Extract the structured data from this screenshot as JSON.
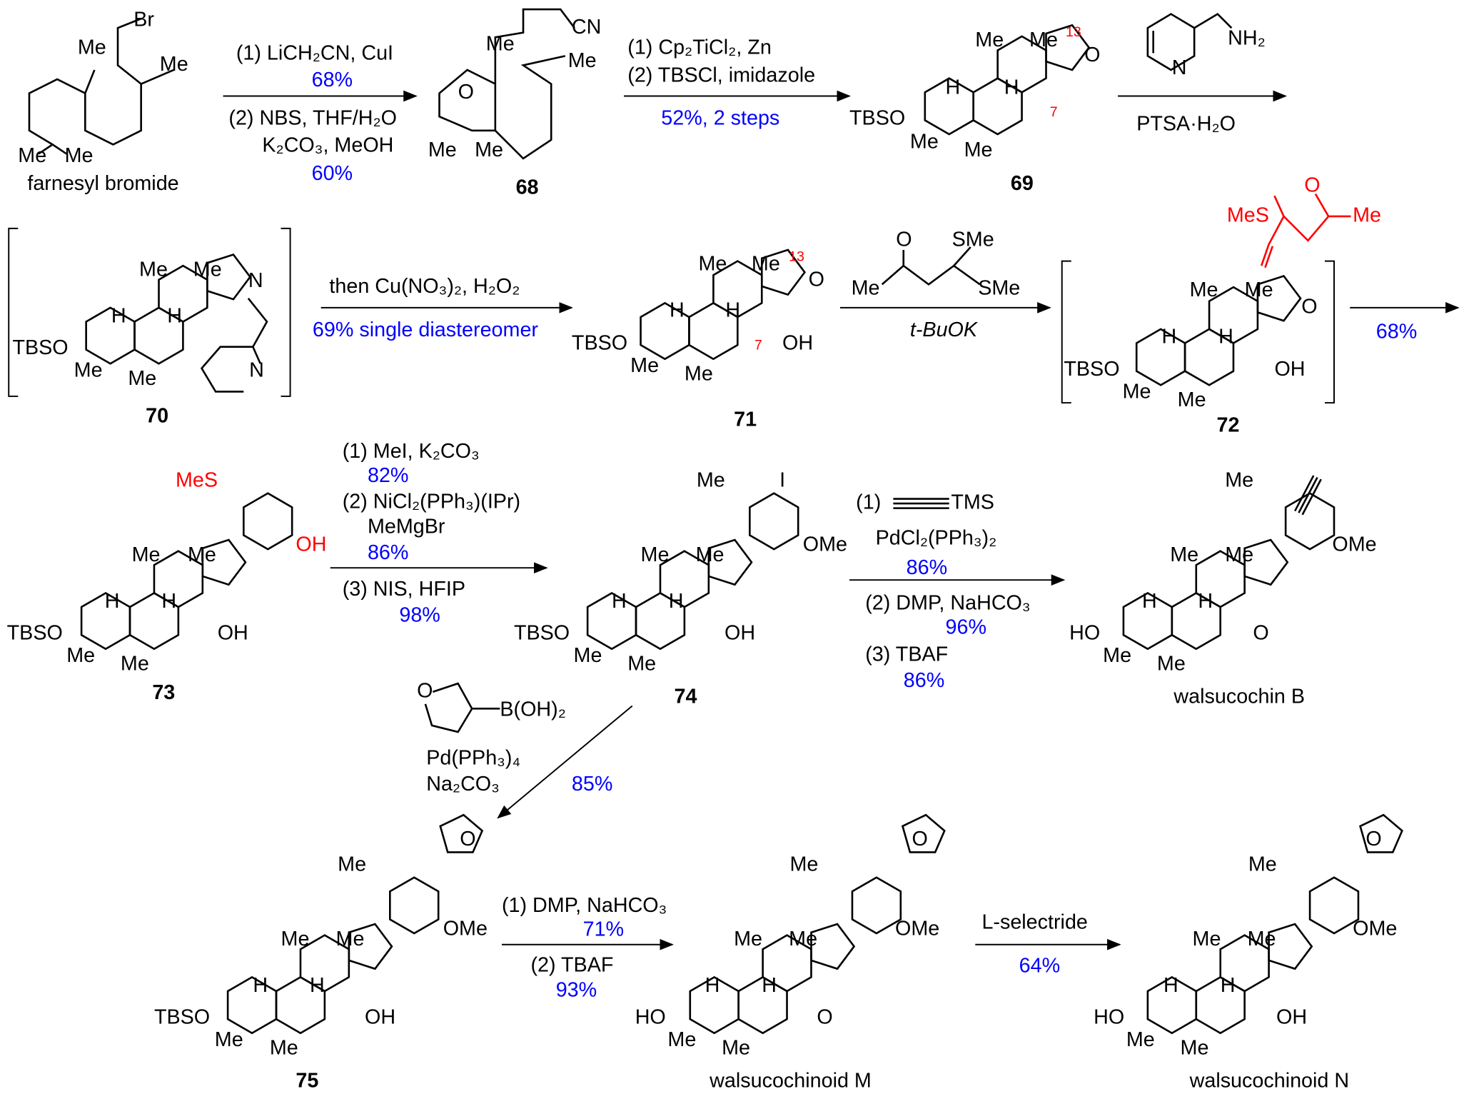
{
  "colors": {
    "yield": "#0000ff",
    "highlight": "#ff0000",
    "ink": "#000000"
  },
  "compounds": {
    "farnesyl": {
      "name": "farnesyl bromide",
      "labels": [
        "Br",
        "Me",
        "Me",
        "Me",
        "Me"
      ]
    },
    "c68": {
      "name": "68",
      "labels": [
        "CN",
        "Me",
        "Me",
        "O",
        "Me",
        "Me"
      ]
    },
    "c69": {
      "name": "69",
      "labels": [
        "Me",
        "Me",
        "13",
        "O",
        "H",
        "H",
        "7",
        "TBSO",
        "Me",
        "Me"
      ]
    },
    "c70": {
      "name": "70",
      "labels": [
        "Me",
        "Me",
        "N",
        "H",
        "H",
        "TBSO",
        "Me",
        "Me",
        "N"
      ]
    },
    "c71": {
      "name": "71",
      "labels": [
        "Me",
        "Me",
        "13",
        "O",
        "H",
        "H",
        "TBSO",
        "7",
        "OH",
        "Me",
        "Me"
      ]
    },
    "c72": {
      "name": "72",
      "labels": [
        "MeS",
        "O",
        "Me",
        "Me",
        "Me",
        "O",
        "H",
        "H",
        "TBSO",
        "OH",
        "Me",
        "Me"
      ]
    },
    "c73": {
      "name": "73",
      "labels": [
        "MeS",
        "OH",
        "Me",
        "Me",
        "H",
        "H",
        "TBSO",
        "OH",
        "Me",
        "Me"
      ]
    },
    "c74": {
      "name": "74",
      "labels": [
        "Me",
        "I",
        "OMe",
        "Me",
        "Me",
        "H",
        "H",
        "TBSO",
        "OH",
        "Me",
        "Me"
      ]
    },
    "walB": {
      "name": "walsucochin B",
      "labels": [
        "Me",
        "OMe",
        "Me",
        "Me",
        "H",
        "H",
        "HO",
        "O",
        "Me",
        "Me"
      ]
    },
    "c75": {
      "name": "75",
      "labels": [
        "O",
        "Me",
        "OMe",
        "Me",
        "Me",
        "H",
        "H",
        "TBSO",
        "OH",
        "Me",
        "Me"
      ]
    },
    "walM": {
      "name": "walsucochinoid M",
      "labels": [
        "O",
        "Me",
        "OMe",
        "Me",
        "Me",
        "H",
        "H",
        "HO",
        "O",
        "Me",
        "Me"
      ]
    },
    "walN": {
      "name": "walsucochinoid N",
      "labels": [
        "O",
        "Me",
        "OMe",
        "Me",
        "Me",
        "H",
        "H",
        "HO",
        "OH",
        "Me",
        "Me"
      ]
    }
  },
  "steps": {
    "s1": {
      "r1": "(1) LiCH₂CN, CuI",
      "y1": "68%",
      "r2": "(2) NBS, THF/H₂O",
      "r3": "K₂CO₃, MeOH",
      "y2": "60%"
    },
    "s2": {
      "r1": "(1) Cp₂TiCl₂, Zn",
      "r2": "(2) TBSCl, imidazole",
      "y1": "52%, 2 steps"
    },
    "s3": {
      "reagent_labels": [
        "NH₂",
        "N"
      ],
      "r1": "PTSA·H₂O"
    },
    "s4": {
      "r1": "then Cu(NO₃)₂, H₂O₂",
      "y1": "69% single diastereomer"
    },
    "s5": {
      "reagent_labels": [
        "O",
        "SMe",
        "Me",
        "SMe"
      ],
      "r1": "t-BuOK"
    },
    "s6": {
      "y1": "68%"
    },
    "s7": {
      "r1": "(1) MeI, K₂CO₃",
      "y1": "82%",
      "r2": "(2) NiCl₂(PPh₃)(IPr)",
      "r3": "MeMgBr",
      "y2": "86%",
      "r4": "(3) NIS, HFIP",
      "y3": "98%"
    },
    "s8": {
      "r1": "(1)",
      "r1b": "TMS",
      "r2": "PdCl₂(PPh₃)₂",
      "y1": "86%",
      "r3": "(2) DMP, NaHCO₃",
      "y2": "96%",
      "r4": "(3) TBAF",
      "y3": "86%"
    },
    "s9": {
      "reagent_labels": [
        "O",
        "B(OH)₂"
      ],
      "r1": "Pd(PPh₃)₄",
      "r2": "Na₂CO₃",
      "y1": "85%"
    },
    "s10": {
      "r1": "(1) DMP, NaHCO₃",
      "y1": "71%",
      "r2": "(2) TBAF",
      "y2": "93%"
    },
    "s11": {
      "r1": "L-selectride",
      "y1": "64%"
    }
  }
}
